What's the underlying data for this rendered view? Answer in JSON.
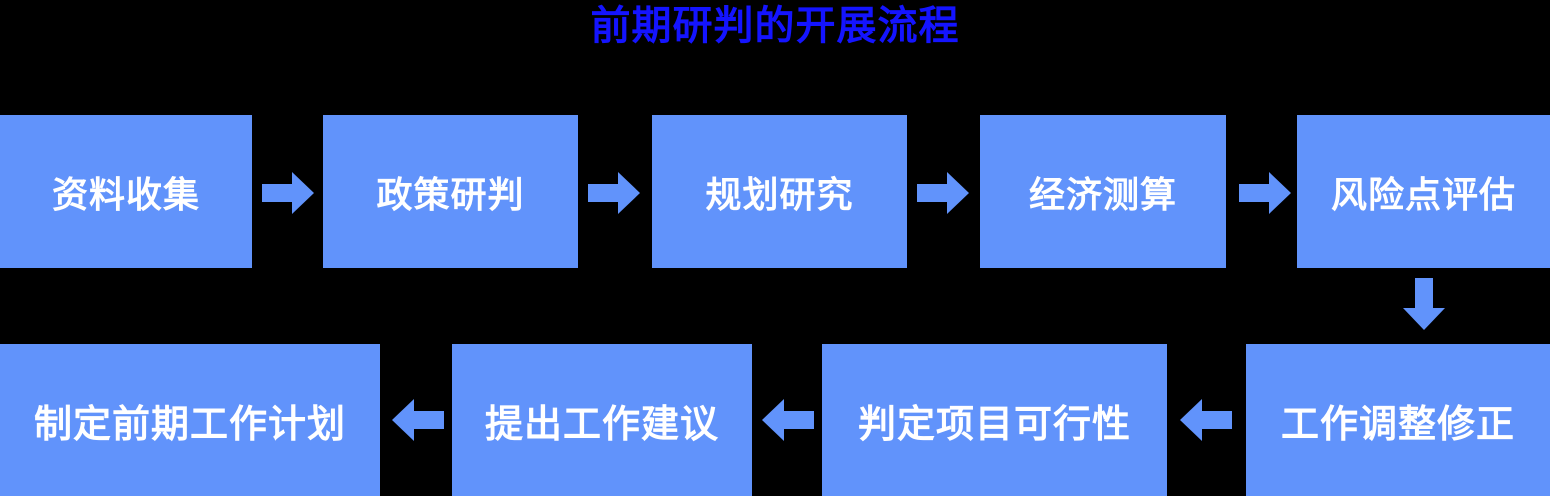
{
  "title": "前期研判的开展流程",
  "colors": {
    "background": "#000000",
    "node_fill": "#6193fb",
    "node_text": "#ffffff",
    "title_text": "#1414ff",
    "arrow_fill": "#6193fb"
  },
  "flow": {
    "row_top": [
      {
        "label": "资料收集"
      },
      {
        "label": "政策研判"
      },
      {
        "label": "规划研究"
      },
      {
        "label": "经济测算"
      },
      {
        "label": "风险点评估"
      }
    ],
    "row_bottom": [
      {
        "label": "制定前期工作计划"
      },
      {
        "label": "提出工作建议"
      },
      {
        "label": "判定项目可行性"
      },
      {
        "label": "工作调整修正"
      }
    ],
    "connectors": [
      {
        "name": "arrow-right-1",
        "direction": "right"
      },
      {
        "name": "arrow-right-2",
        "direction": "right"
      },
      {
        "name": "arrow-right-3",
        "direction": "right"
      },
      {
        "name": "arrow-right-4",
        "direction": "right"
      },
      {
        "name": "arrow-down-1",
        "direction": "down"
      },
      {
        "name": "arrow-left-1",
        "direction": "left"
      },
      {
        "name": "arrow-left-2",
        "direction": "left"
      },
      {
        "name": "arrow-left-3",
        "direction": "left"
      }
    ]
  }
}
